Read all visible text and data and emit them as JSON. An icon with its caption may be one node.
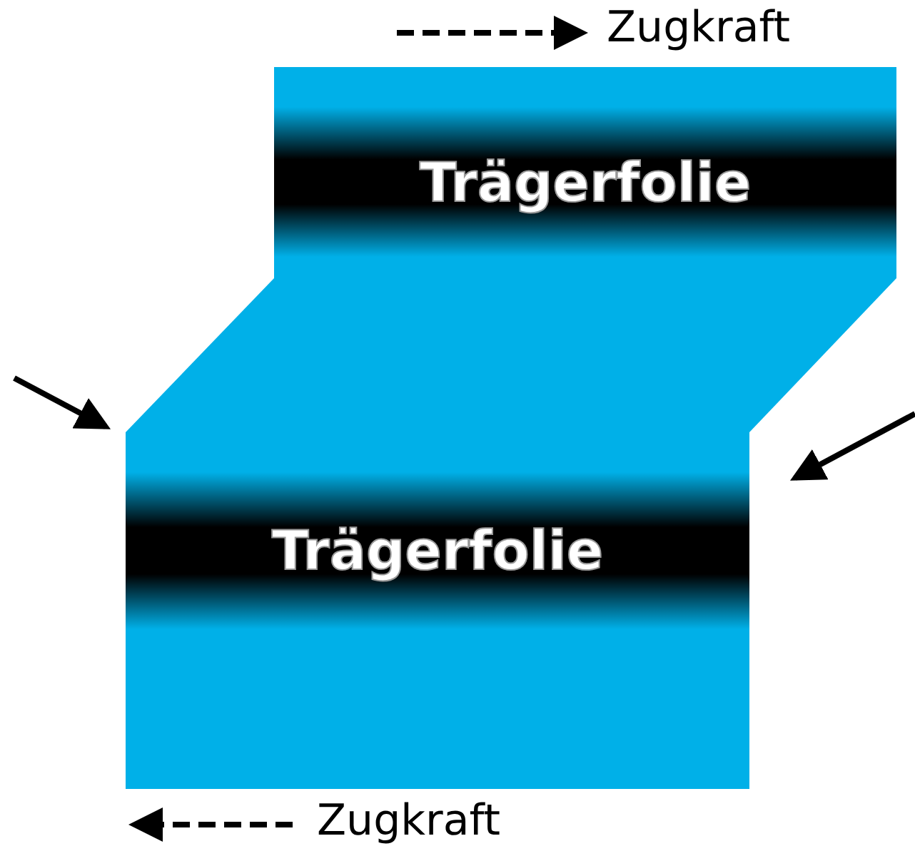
{
  "diagram": {
    "nodes": [
      {
        "text": [
          "Trägerfolie"
        ]
      },
      {
        "text": [
          "Trägerfolie"
        ]
      }
    ],
    "labels": [
      "Zugkraft",
      "Zugkraft"
    ]
  }
}
